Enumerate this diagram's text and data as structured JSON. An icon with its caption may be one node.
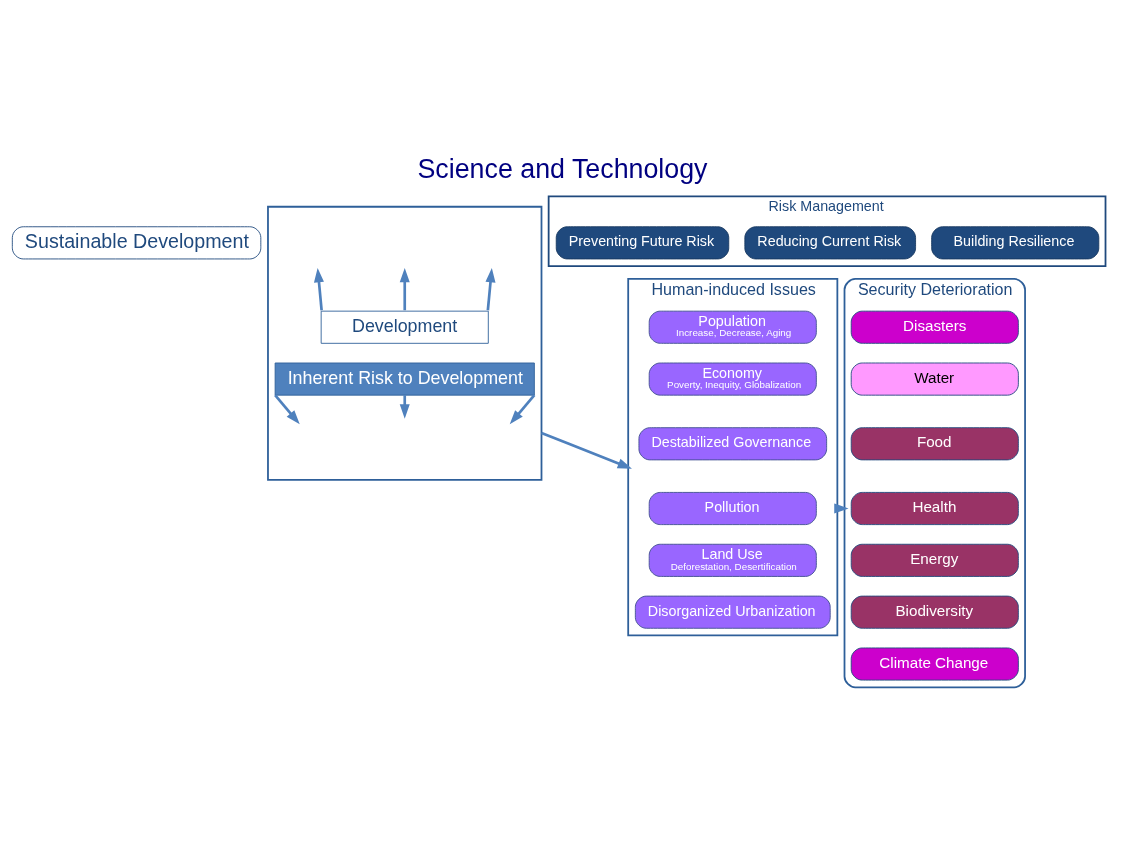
{
  "diagram": {
    "title": "Science and Technology",
    "nodes": [
      {
        "text": [
          "Sustainable Development"
        ]
      },
      {
        "text": [
          "Risk Management"
        ]
      },
      {
        "text": [
          "Preventing Future Risk"
        ],
        "in": 1
      },
      {
        "text": [
          "Reducing Current Risk"
        ],
        "in": 1
      },
      {
        "text": [
          "Building Resilience"
        ],
        "in": 1
      },
      {
        "text": [],
        "shape": "box"
      },
      {
        "text": [
          "Development"
        ],
        "in": 5
      },
      {
        "text": [
          "Inherent Risk to Development"
        ],
        "in": 5
      },
      {
        "text": [
          "Human-induced Issues"
        ]
      },
      {
        "text": [
          "Population",
          "Increase, Decrease, Aging"
        ],
        "in": 8
      },
      {
        "text": [
          "Economy",
          "Poverty, Inequity, Globalization"
        ],
        "in": 8
      },
      {
        "text": [
          "Destabilized Governance"
        ],
        "in": 8
      },
      {
        "text": [
          "Pollution"
        ],
        "in": 8
      },
      {
        "text": [
          "Land Use",
          "Deforestation, Desertification"
        ],
        "in": 8
      },
      {
        "text": [
          "Disorganized Urbanization"
        ],
        "in": 8
      },
      {
        "text": [
          "Security Deterioration"
        ]
      },
      {
        "text": [
          "Disasters"
        ],
        "in": 15
      },
      {
        "text": [
          "Water"
        ],
        "in": 15
      },
      {
        "text": [
          "Food"
        ],
        "in": 15
      },
      {
        "text": [
          "Health"
        ],
        "in": 15
      },
      {
        "text": [
          "Energy"
        ],
        "in": 15
      },
      {
        "text": [
          "Biodiversity"
        ],
        "in": 15
      },
      {
        "text": [
          "Climate Change"
        ],
        "in": 15
      }
    ],
    "edges": [
      {
        "from": 5,
        "to": 8,
        "arrow": "to"
      },
      {
        "from": 8,
        "to": 15,
        "arrow": "to"
      },
      {
        "from": 6,
        "to": null,
        "arrow": "to"
      },
      {
        "from": 6,
        "to": null,
        "arrow": "to"
      },
      {
        "from": 6,
        "to": null,
        "arrow": "to"
      },
      {
        "from": 7,
        "to": null,
        "arrow": "to"
      },
      {
        "from": 7,
        "to": null,
        "arrow": "to"
      },
      {
        "from": 7,
        "to": null,
        "arrow": "to"
      }
    ]
  }
}
